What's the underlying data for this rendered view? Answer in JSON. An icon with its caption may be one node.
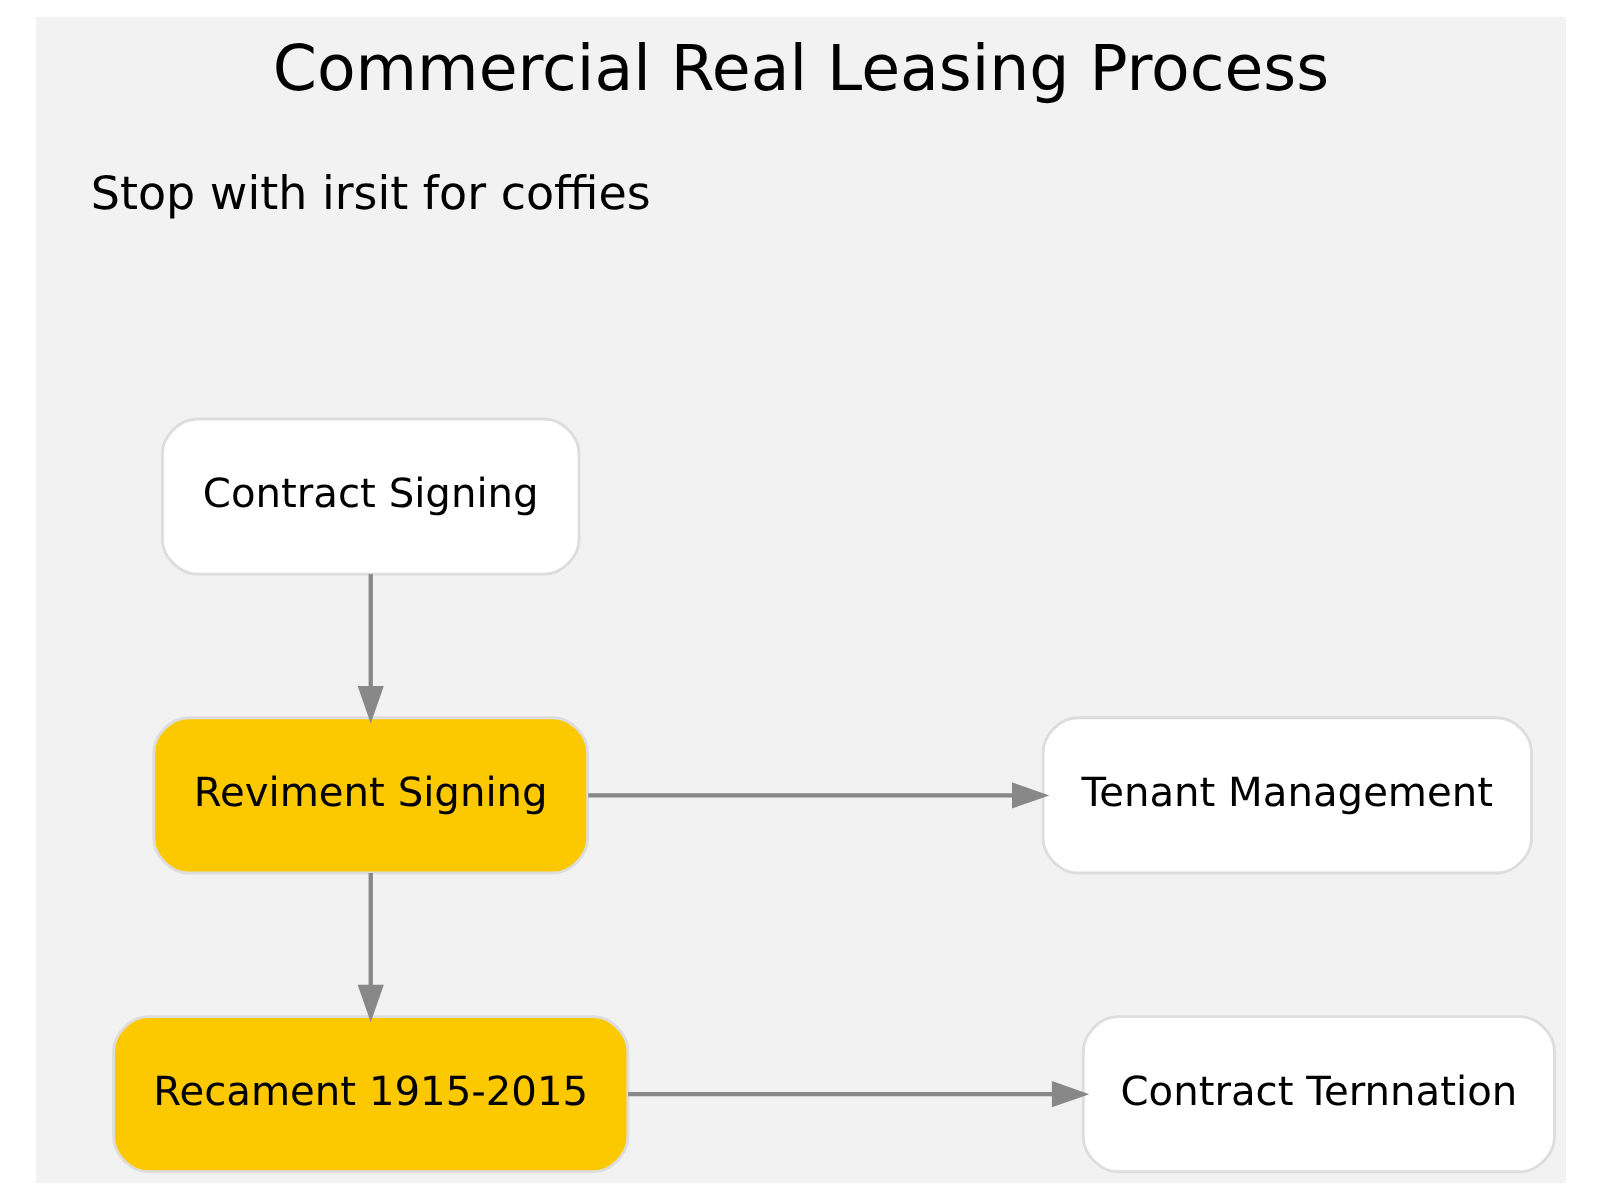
{
  "diagram": {
    "title": "Commercial Real Leasing Process",
    "nodes": [
      {
        "text": [
          "Contract Signing"
        ]
      },
      {
        "text": [
          "Reviment Signing"
        ]
      },
      {
        "text": [
          "Tenant Management"
        ]
      },
      {
        "text": [
          "Recament 1915-2015"
        ]
      },
      {
        "text": [
          "Contract Ternnation"
        ]
      }
    ],
    "edges": [
      {
        "from": 0,
        "to": 1,
        "arrow": "to"
      },
      {
        "from": 1,
        "to": 2,
        "arrow": "to"
      },
      {
        "from": 1,
        "to": 3,
        "arrow": "to"
      },
      {
        "from": 3,
        "to": 4,
        "arrow": "to"
      }
    ],
    "labels": [
      "Stop with irsit for coffies"
    ]
  }
}
